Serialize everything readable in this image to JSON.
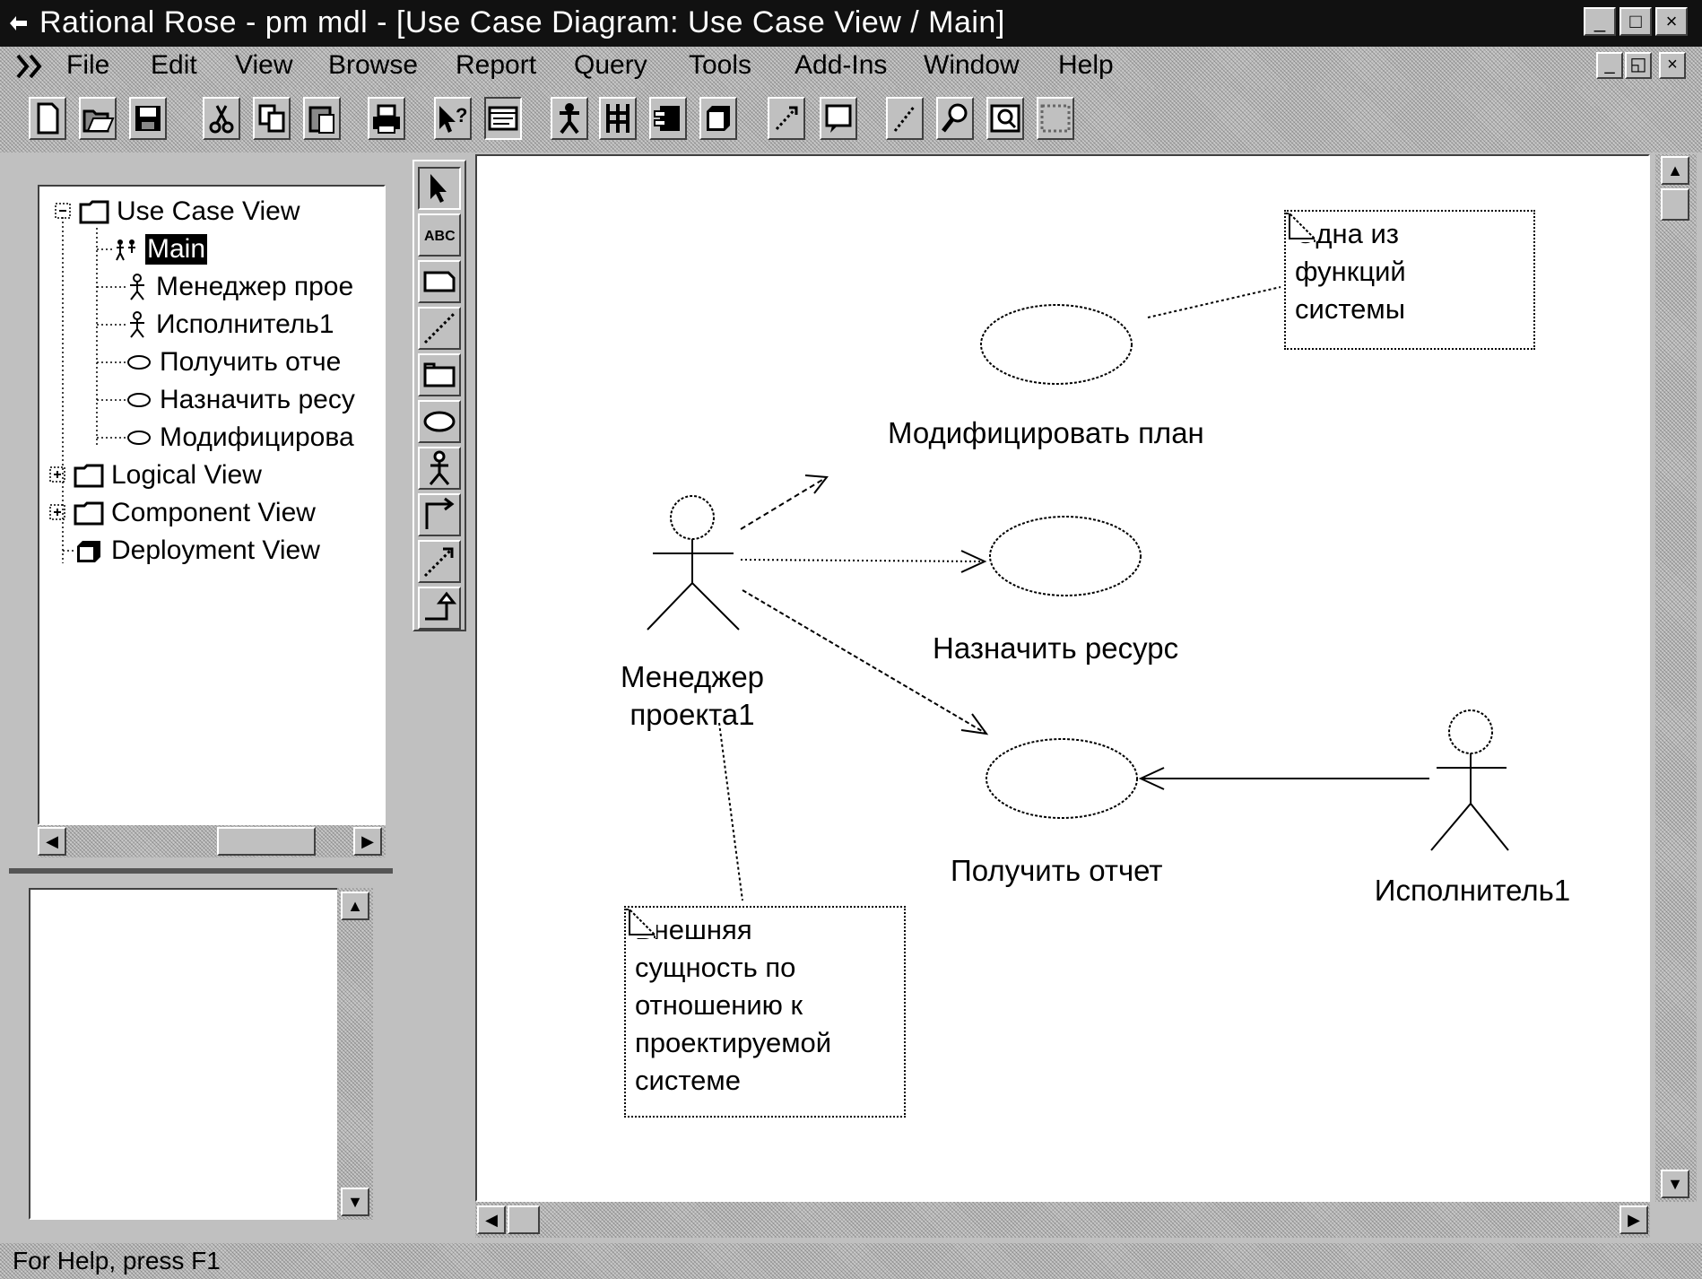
{
  "window": {
    "title": "Rational Rose - pm mdl - [Use Case Diagram: Use Case View / Main]",
    "app_icon": "rose-icon",
    "controls": {
      "minimize": "_",
      "maximize": "□",
      "close": "×"
    }
  },
  "menu": {
    "items": [
      "File",
      "Edit",
      "View",
      "Browse",
      "Report",
      "Query",
      "Tools",
      "Add-Ins",
      "Window",
      "Help"
    ],
    "mdi_controls": {
      "minimize": "_",
      "restore": "◱",
      "close": "×"
    }
  },
  "toolbar": {
    "buttons": [
      "new-icon",
      "open-icon",
      "save-icon",
      "cut-icon",
      "copy-icon",
      "paste-icon",
      "print-icon",
      "context-help-icon",
      "view-doc-icon",
      "browse-class-diagram-icon",
      "browse-interaction-diagram-icon",
      "browse-component-diagram-icon",
      "browse-deployment-diagram-icon",
      "browse-parent-icon",
      "browse-previous-icon",
      "zoom-in-icon",
      "zoom-out-icon",
      "fit-in-window-icon",
      "undo-fit-icon"
    ]
  },
  "browser": {
    "tree": [
      {
        "label": "Use Case View",
        "icon": "folder-icon",
        "expander": "−"
      },
      {
        "label": "Main",
        "icon": "use-case-diagram-icon",
        "selected": true
      },
      {
        "label": "Менеджер прое",
        "icon": "actor-icon"
      },
      {
        "label": "Исполнитель1",
        "icon": "actor-icon"
      },
      {
        "label": "Получить отче",
        "icon": "use-case-icon"
      },
      {
        "label": "Назначить ресу",
        "icon": "use-case-icon"
      },
      {
        "label": "Модифицирова",
        "icon": "use-case-icon"
      },
      {
        "label": "Logical View",
        "icon": "folder-icon",
        "expander": "+"
      },
      {
        "label": "Component View",
        "icon": "folder-icon",
        "expander": "+"
      },
      {
        "label": "Deployment View",
        "icon": "deployment-node-icon"
      }
    ]
  },
  "toolbox": {
    "tools": [
      "selection-arrow-icon",
      "text-box-icon",
      "note-icon",
      "anchor-note-icon",
      "package-icon",
      "use-case-icon",
      "actor-icon",
      "unidirectional-association-icon",
      "dependency-icon",
      "generalization-icon"
    ],
    "text_tool_label": "ABC"
  },
  "diagram": {
    "use_cases": [
      "Модифицировать план",
      "Назначить ресурс",
      "Получить отчет"
    ],
    "actors": [
      {
        "line1": "Менеджер",
        "line2": "проекта1"
      },
      {
        "line1": "Исполнитель1"
      }
    ],
    "notes": [
      {
        "lines": [
          "Одна из",
          "функций",
          "системы"
        ]
      },
      {
        "lines": [
          "Внешняя",
          "сущность по",
          "отношению к",
          "проектируемой",
          "системе"
        ]
      }
    ]
  },
  "status": {
    "text": "For Help, press F1"
  }
}
